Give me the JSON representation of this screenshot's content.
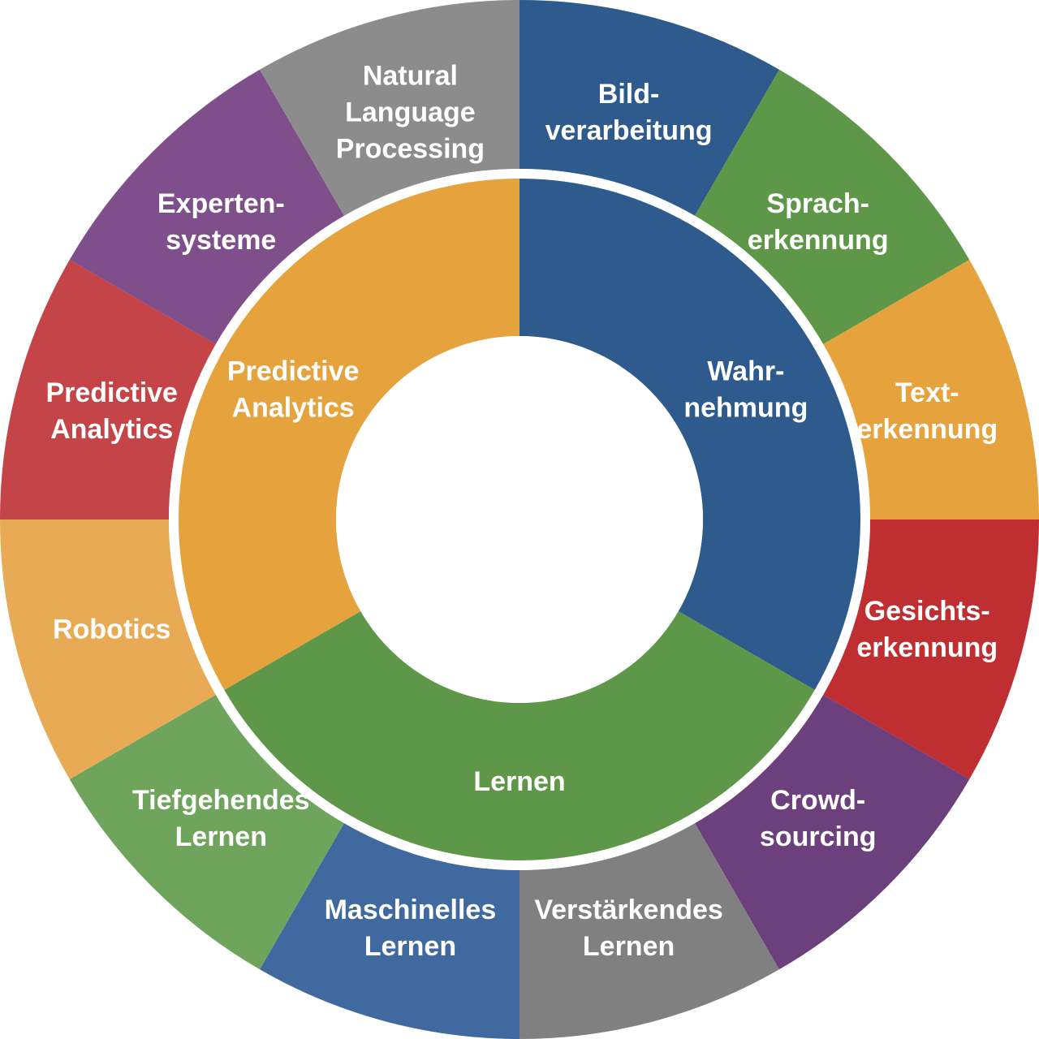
{
  "diagram": {
    "inner_ring": [
      {
        "id": "wahrnehmung",
        "lines": [
          "Wahr-",
          "nehmung"
        ],
        "color": "#2e5a8d",
        "start_deg": 0,
        "end_deg": 120
      },
      {
        "id": "lernen",
        "lines": [
          "Lernen"
        ],
        "color": "#5f9749",
        "start_deg": 120,
        "end_deg": 240
      },
      {
        "id": "predictive-analytics-inner",
        "lines": [
          "Predictive",
          "Analytics"
        ],
        "color": "#e6a23d",
        "start_deg": 240,
        "end_deg": 360
      }
    ],
    "outer_ring": [
      {
        "id": "bildverarbeitung",
        "lines": [
          "Bild-",
          "verarbeitung"
        ],
        "color": "#2e5a8d",
        "start_deg": 0,
        "end_deg": 30
      },
      {
        "id": "spracherkennung",
        "lines": [
          "Sprach-",
          "erkennung"
        ],
        "color": "#5f9749",
        "start_deg": 30,
        "end_deg": 60
      },
      {
        "id": "texterkennung",
        "lines": [
          "Text-",
          "erkennung"
        ],
        "color": "#e6a23d",
        "start_deg": 60,
        "end_deg": 90
      },
      {
        "id": "gesichtserkennung",
        "lines": [
          "Gesichts-",
          "erkennung"
        ],
        "color": "#bf2f32",
        "start_deg": 90,
        "end_deg": 120
      },
      {
        "id": "crowdsourcing",
        "lines": [
          "Crowd-",
          "sourcing"
        ],
        "color": "#6c3f7d",
        "start_deg": 120,
        "end_deg": 150
      },
      {
        "id": "verstaerkendes-lernen",
        "lines": [
          "Verstärkendes",
          "Lernen"
        ],
        "color": "#808080",
        "start_deg": 150,
        "end_deg": 180
      },
      {
        "id": "maschinelles-lernen",
        "lines": [
          "Maschinelles",
          "Lernen"
        ],
        "color": "#406a9f",
        "start_deg": 180,
        "end_deg": 210
      },
      {
        "id": "tiefgehendes-lernen",
        "lines": [
          "Tiefgehendes",
          "Lernen"
        ],
        "color": "#6fa45d",
        "start_deg": 210,
        "end_deg": 240
      },
      {
        "id": "robotics",
        "lines": [
          "Robotics"
        ],
        "color": "#e8aa55",
        "start_deg": 240,
        "end_deg": 270
      },
      {
        "id": "predictive-analytics-outer",
        "lines": [
          "Predictive",
          "Analytics"
        ],
        "color": "#c44447",
        "start_deg": 270,
        "end_deg": 300
      },
      {
        "id": "expertensysteme",
        "lines": [
          "Experten-",
          "systeme"
        ],
        "color": "#7e4f8b",
        "start_deg": 300,
        "end_deg": 330
      },
      {
        "id": "natural-language-processing",
        "lines": [
          "Natural",
          "Language",
          "Processing"
        ],
        "color": "#8c8c8c",
        "start_deg": 330,
        "end_deg": 360
      }
    ]
  }
}
